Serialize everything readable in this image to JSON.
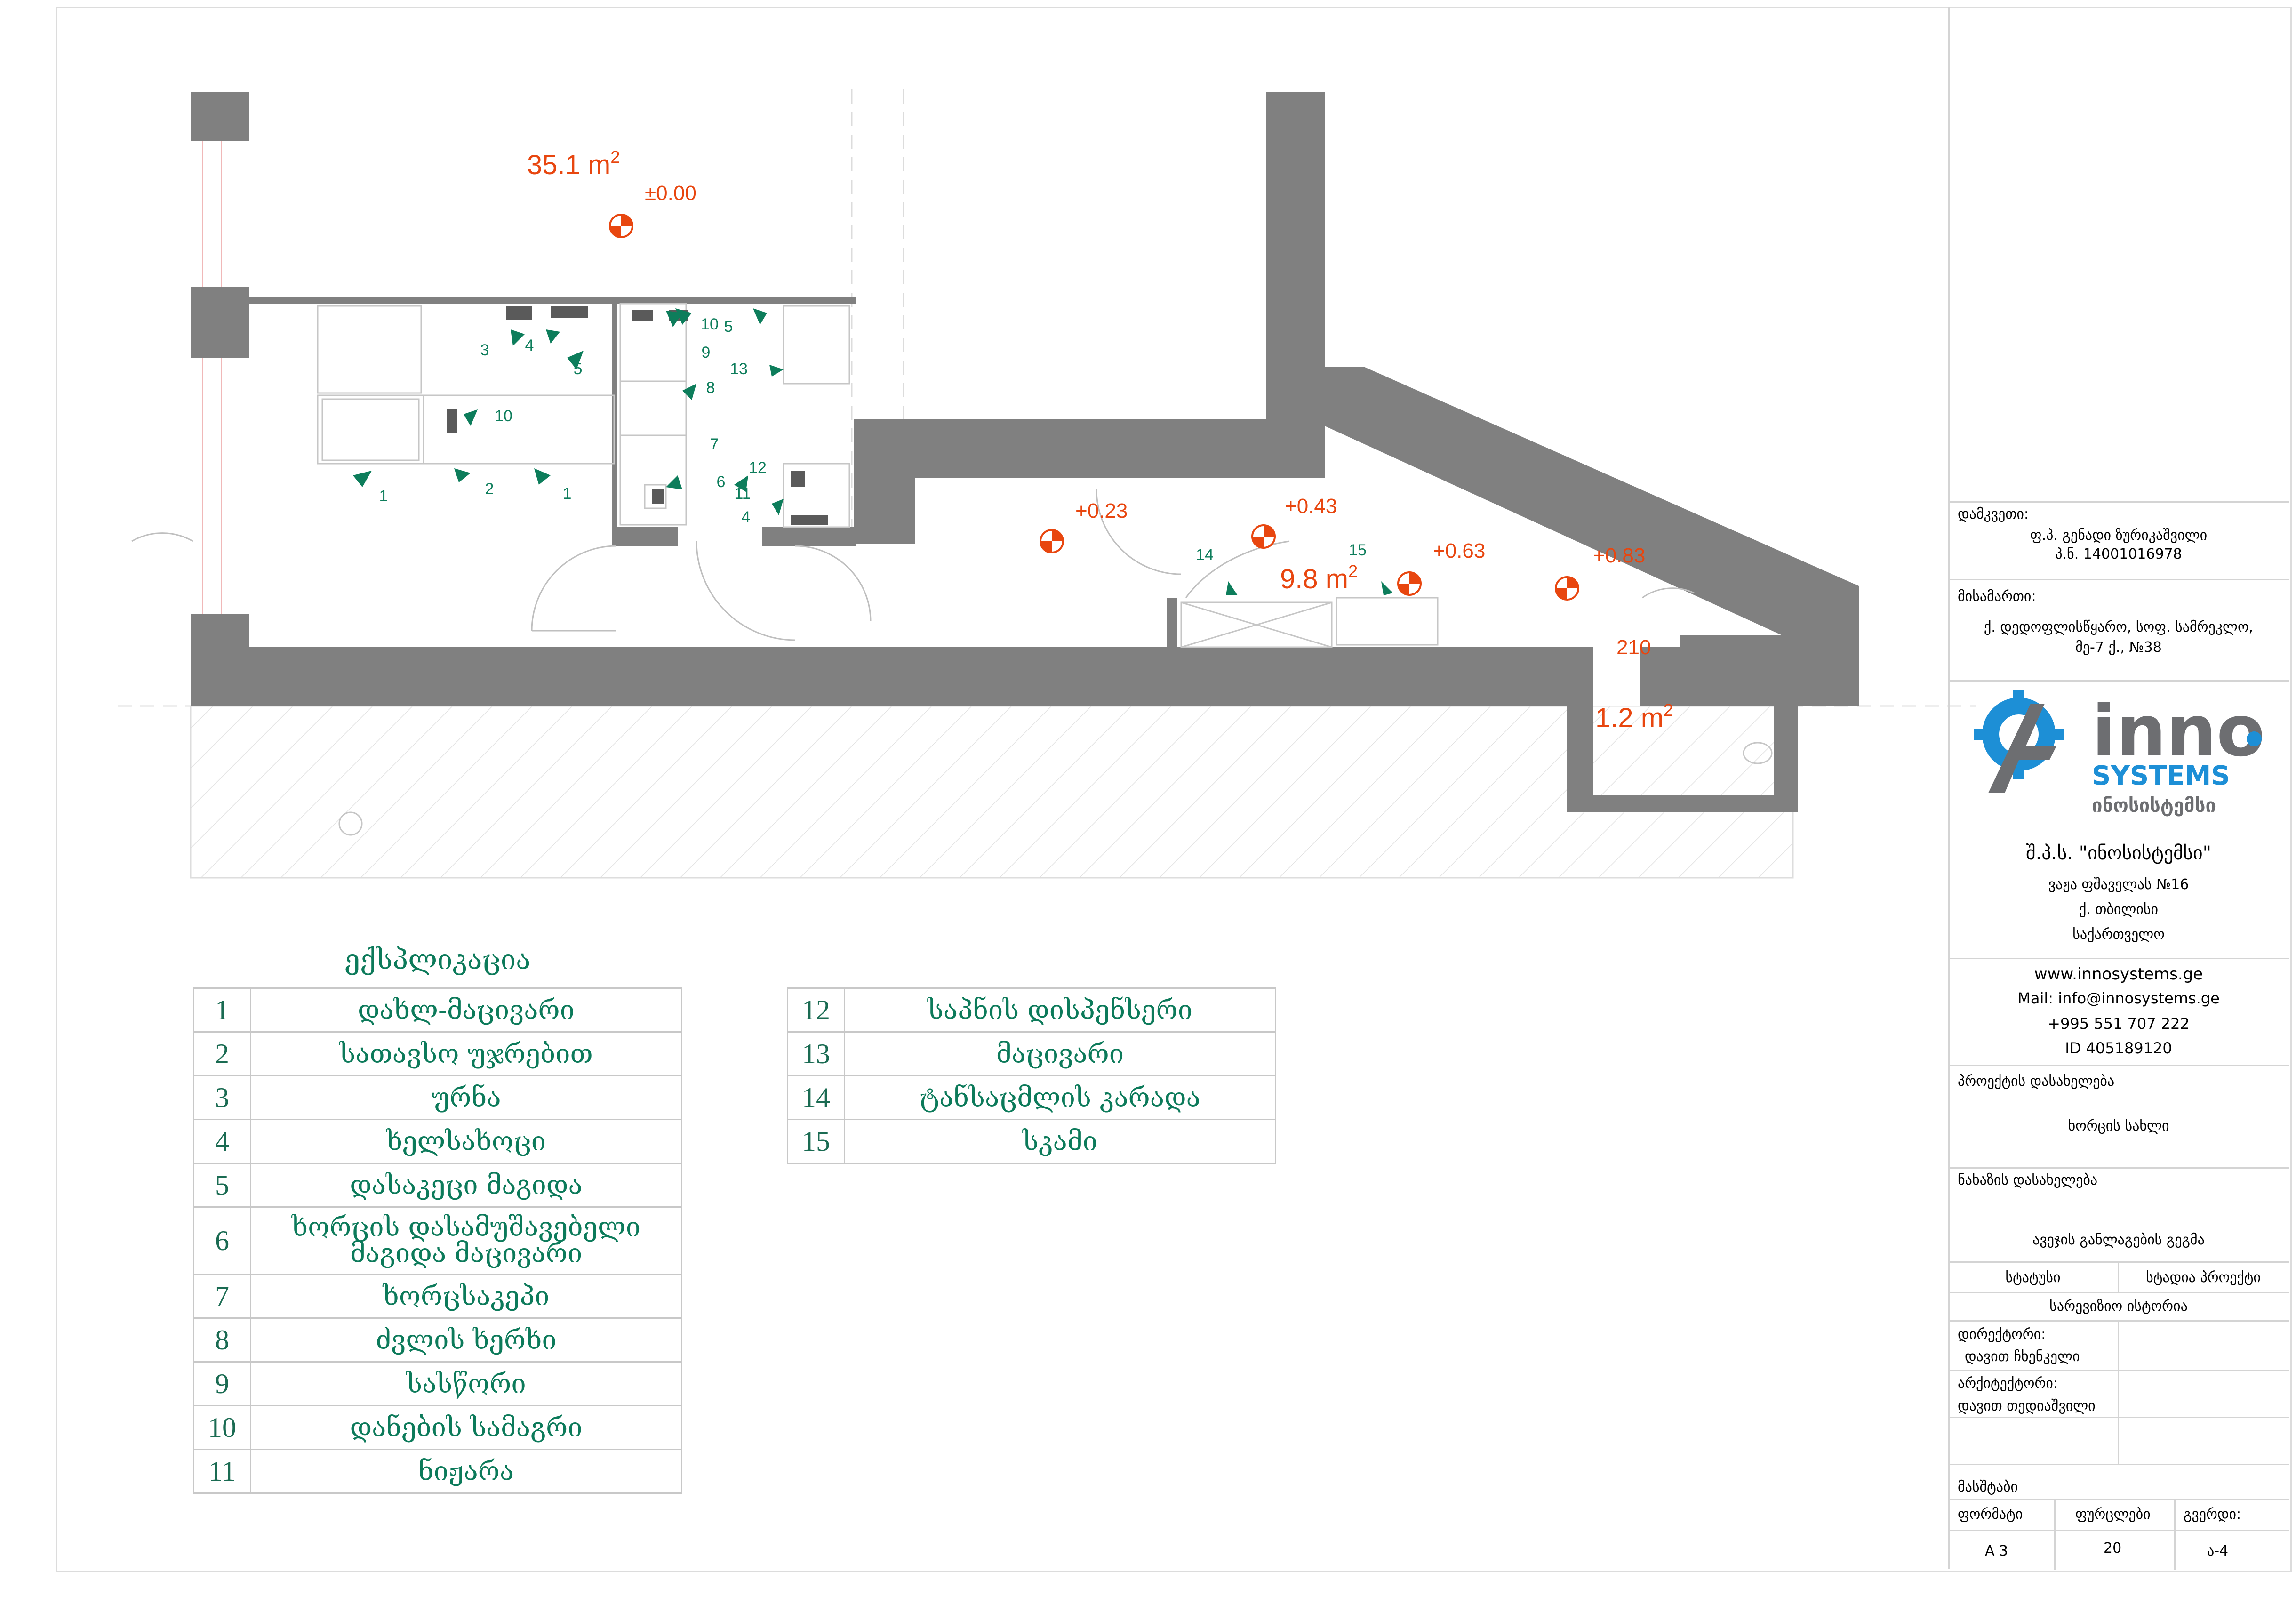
{
  "plan": {
    "areas": {
      "main": "35.1",
      "corridor": "9.8",
      "wc": "1.2",
      "unit": "m",
      "unit_exp": "2"
    },
    "levels": [
      "±0.00",
      "+0.23",
      "+0.43",
      "+0.63",
      "+0.83"
    ],
    "door_width": "210",
    "equipment_numbers": [
      "1",
      "2",
      "1",
      "3",
      "4",
      "5",
      "10",
      "10",
      "5",
      "9",
      "13",
      "8",
      "7",
      "12",
      "6",
      "11",
      "4",
      "14",
      "15"
    ]
  },
  "legend": {
    "title": "ექსპლიკაცია",
    "items": [
      {
        "n": "1",
        "label": "დახლ-მაცივარი"
      },
      {
        "n": "2",
        "label": "სათავსო უჯრებით"
      },
      {
        "n": "3",
        "label": "ურნა"
      },
      {
        "n": "4",
        "label": "ხელსახოცი"
      },
      {
        "n": "5",
        "label": "დასაკეცი მაგიდა"
      },
      {
        "n": "6",
        "label": "ხორცის დასამუშავებელი მაგიდა მაცივარი"
      },
      {
        "n": "7",
        "label": "ხორცსაკეპი"
      },
      {
        "n": "8",
        "label": "ძვლის ხერხი"
      },
      {
        "n": "9",
        "label": "სასწორი"
      },
      {
        "n": "10",
        "label": "დანების სამაგრი"
      },
      {
        "n": "11",
        "label": "ნიჟარა"
      }
    ],
    "items2": [
      {
        "n": "12",
        "label": "საპნის დისპენსერი"
      },
      {
        "n": "13",
        "label": "მაცივარი"
      },
      {
        "n": "14",
        "label": "ტანსაცმლის კარადა"
      },
      {
        "n": "15",
        "label": "სკამი"
      }
    ]
  },
  "titleblock": {
    "approver_label": "დამკვეთი:",
    "approver_name": "ფ.პ. გენადი ზურიკაშვილი",
    "approver_id": "პ.ნ. 14001016978",
    "address_label": "მისამართი:",
    "address_line1": "ქ. დედოფლისწყარო, სოფ. სამრეკლო,",
    "address_line2": "მე-7 ქ., №38",
    "logo_word": "inno",
    "logo_systems": "SYSTEMS",
    "logo_geo": "ინოსისტემსი",
    "company": "შ.პ.ს. \"ინოსისტემსი\"",
    "company_addr1": "ვაჟა ფშაველას №16",
    "company_addr2": "ქ. თბილისი",
    "company_addr3": "საქართველო",
    "web": "www.innosystems.ge",
    "mail": "Mail: info@innosystems.ge",
    "phone": "+995 551 707 222",
    "id": "ID 405189120",
    "project_label": "პროექტის დასახელება",
    "project_name": "ხორცის სახლი",
    "drawing_label": "ნახაზის დასახელება",
    "drawing_name": "ავეჯის განლაგების გეგმა",
    "status_label": "სტატუსი",
    "status_value": "სტადია პროექტი",
    "revision": "სარევიზიო ისტორია",
    "director_label": "დირექტორი:",
    "director_name": "დავით ჩხენკელი",
    "architect_label": "არქიტექტორი:",
    "architect_name": "დავით  თედიაშვილი",
    "scale_label": "მასშტაბი",
    "format_label": "ფორმატი",
    "sheets_label": "ფურცლები",
    "page_label": "გვერდი:",
    "format_value": "A 3",
    "sheets_value": "20",
    "page_value": "ა-4"
  },
  "colors": {
    "wall": "#808080",
    "accent_red": "#e8460f",
    "legend_green": "#0c7a5a",
    "logo_blue": "#1d8fd6",
    "logo_gray": "#6d6e71"
  }
}
